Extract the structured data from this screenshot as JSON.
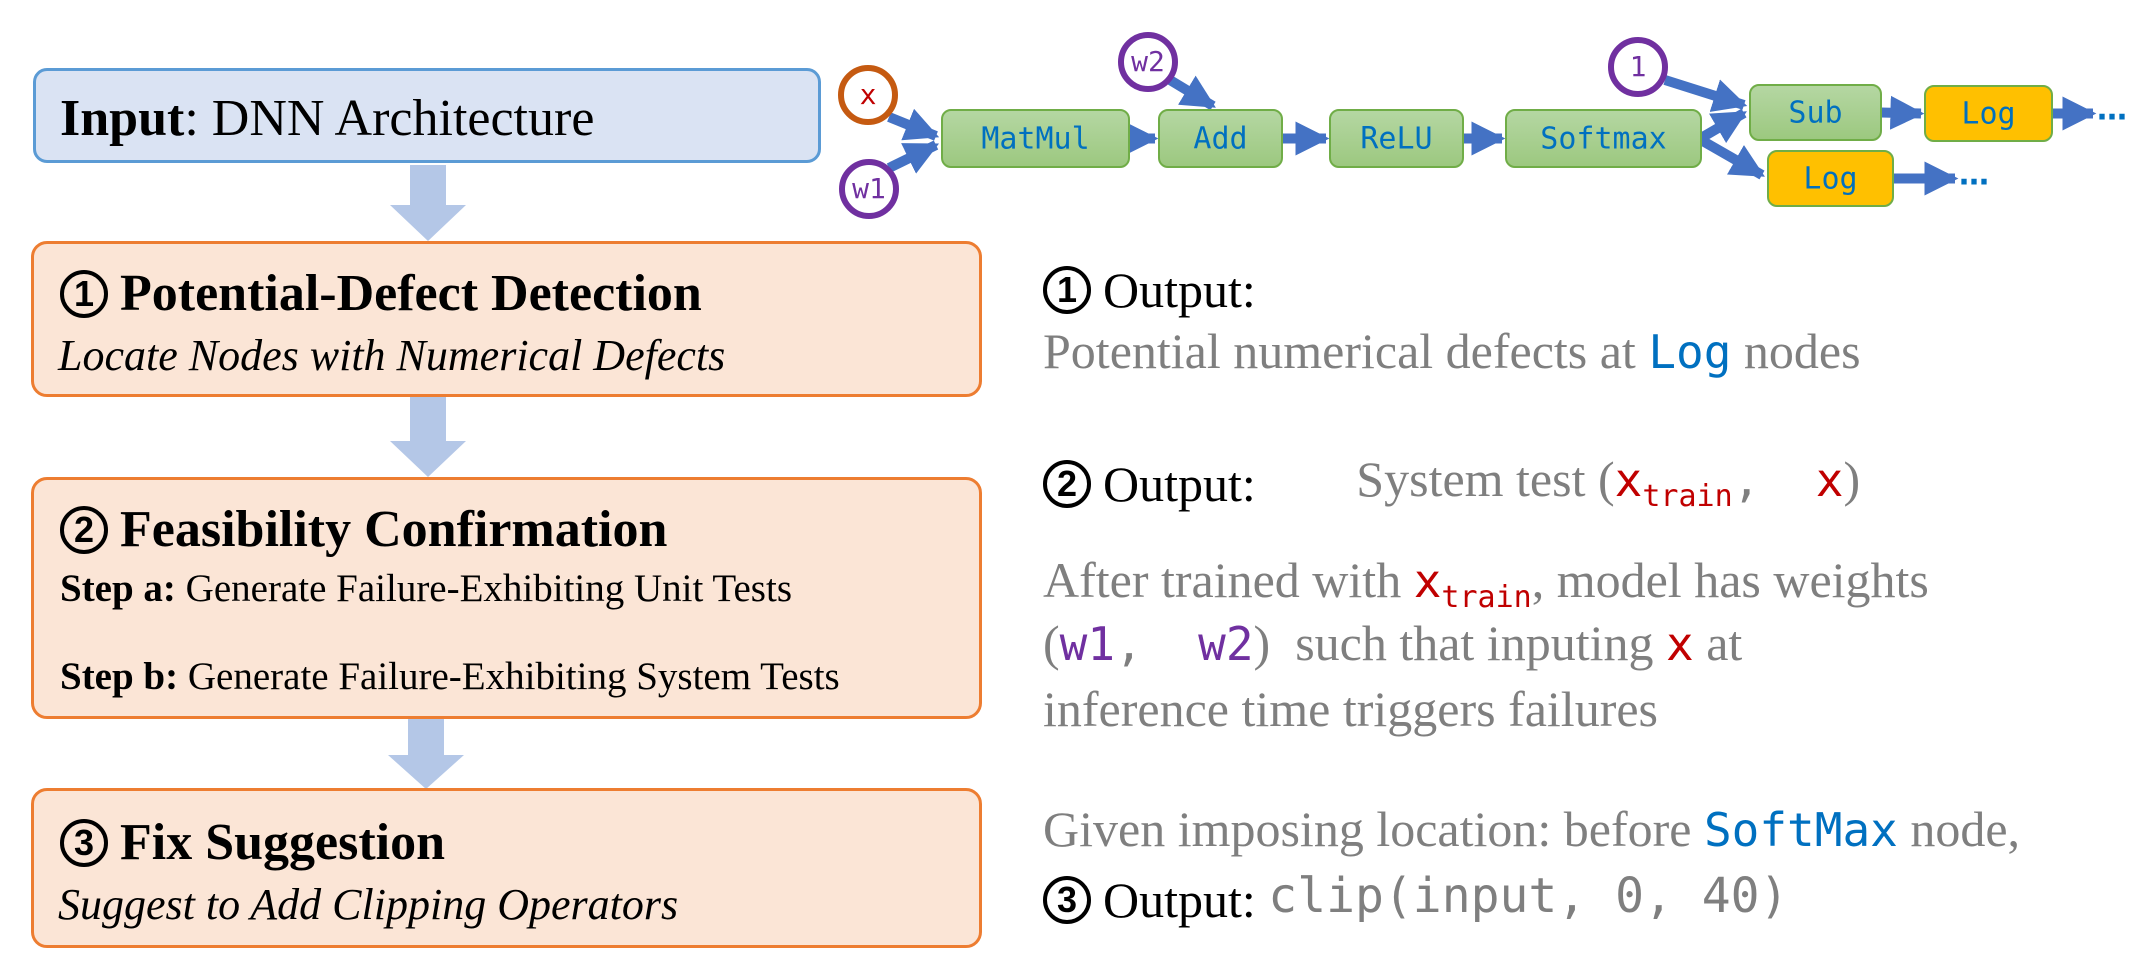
{
  "pipeline": {
    "input": {
      "label_bold": "Input",
      "label_rest": ": DNN Architecture"
    },
    "stages": [
      {
        "number": "1",
        "title": "Potential-Defect Detection",
        "subtitle": "Locate Nodes with Numerical Defects"
      },
      {
        "number": "2",
        "title": "Feasibility Confirmation",
        "steps": [
          {
            "label": "Step a:",
            "text": " Generate Failure-Exhibiting Unit Tests"
          },
          {
            "label": "Step b:",
            "text": " Generate Failure-Exhibiting System Tests"
          }
        ]
      },
      {
        "number": "3",
        "title": "Fix Suggestion",
        "subtitle": "Suggest to Add Clipping Operators"
      }
    ]
  },
  "graph": {
    "inputs": [
      {
        "id": "x",
        "label": "x",
        "kind": "input"
      },
      {
        "id": "w1",
        "label": "w1",
        "kind": "weight"
      },
      {
        "id": "w2",
        "label": "w2",
        "kind": "weight"
      },
      {
        "id": "c1",
        "label": "1",
        "kind": "constant"
      }
    ],
    "nodes": [
      {
        "id": "matmul",
        "label": "MatMul",
        "defect": false
      },
      {
        "id": "add",
        "label": "Add",
        "defect": false
      },
      {
        "id": "relu",
        "label": "ReLU",
        "defect": false
      },
      {
        "id": "softmax",
        "label": "Softmax",
        "defect": false
      },
      {
        "id": "sub",
        "label": "Sub",
        "defect": false
      },
      {
        "id": "log1",
        "label": "Log",
        "defect": true
      },
      {
        "id": "log2",
        "label": "Log",
        "defect": true
      }
    ],
    "edges": [
      [
        "x",
        "matmul"
      ],
      [
        "w1",
        "matmul"
      ],
      [
        "matmul",
        "add"
      ],
      [
        "w2",
        "add"
      ],
      [
        "add",
        "relu"
      ],
      [
        "relu",
        "softmax"
      ],
      [
        "softmax",
        "sub"
      ],
      [
        "c1",
        "sub"
      ],
      [
        "sub",
        "log1"
      ],
      [
        "softmax",
        "log2"
      ],
      [
        "log1",
        "..."
      ],
      [
        "log2",
        "..."
      ]
    ],
    "continuation": "…",
    "colors": {
      "op_fill": "#a9d18e",
      "op_border": "#70ad47",
      "defect_fill": "#ffc000",
      "defect_border": "#70ad47",
      "edge": "#4472c4",
      "input_ring": "#c55a11",
      "weight_ring": "#7030a0",
      "label_blue": "#0070c0",
      "x_red": "#c00000",
      "w_purple": "#7030a0"
    }
  },
  "outputs": {
    "out1": {
      "number": "1",
      "label": "Output:",
      "text_pre": "Potential numerical defects at ",
      "code": "Log",
      "text_post": " nodes"
    },
    "out2": {
      "number": "2",
      "label": "Output:",
      "text_pre": "System test (",
      "code_a": "x",
      "code_a_sub": "train",
      "sep": ",  ",
      "code_b": "x",
      "text_post": ")"
    },
    "explain": {
      "line1_pre": "After trained with ",
      "line1_code": "x",
      "line1_sub": "train",
      "line1_post": ", model has weights",
      "line2_open": "(",
      "line2_w1": "w1",
      "line2_sep": ",  ",
      "line2_w2": "w2",
      "line2_close": ")",
      "line2_post": "  such that inputing ",
      "line2_x": "x",
      "line2_end": " at",
      "line3": "inference time triggers failures"
    },
    "out3": {
      "given_pre": "Given imposing location: before ",
      "given_code": "SoftMax",
      "given_post": " node,",
      "number": "3",
      "label": "Output: ",
      "code": "clip(input, 0, 40)"
    }
  }
}
